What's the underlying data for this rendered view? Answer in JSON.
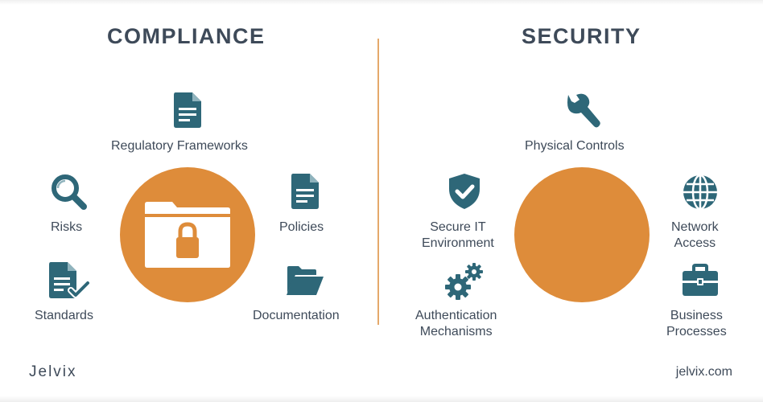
{
  "compliance": {
    "title": "COMPLIANCE",
    "items": [
      {
        "label": "Regulatory Frameworks",
        "icon": "document-icon"
      },
      {
        "label": "Risks",
        "icon": "magnifier-icon"
      },
      {
        "label": "Policies",
        "icon": "document-icon"
      },
      {
        "label": "Standards",
        "icon": "document-check-icon"
      },
      {
        "label": "Documentation",
        "icon": "open-folder-icon"
      }
    ],
    "center_icon": "locked-folder-icon"
  },
  "security": {
    "title": "SECURITY",
    "items": [
      {
        "label": "Physical Controls",
        "icon": "wrench-icon"
      },
      {
        "label_line1": "Secure IT",
        "label_line2": "Environment",
        "icon": "shield-check-icon"
      },
      {
        "label_line1": "Network",
        "label_line2": "Access",
        "icon": "globe-icon"
      },
      {
        "label_line1": "Authentication",
        "label_line2": "Mechanisms",
        "icon": "gears-icon"
      },
      {
        "label_line1": "Business",
        "label_line2": "Processes",
        "icon": "briefcase-icon"
      }
    ]
  },
  "footer": {
    "brand": "Jelvix",
    "website": "jelvix.com"
  },
  "colors": {
    "text": "#3e4a59",
    "icon": "#2e6778",
    "accent": "#de8c3a",
    "divider": "#e5a96b"
  }
}
